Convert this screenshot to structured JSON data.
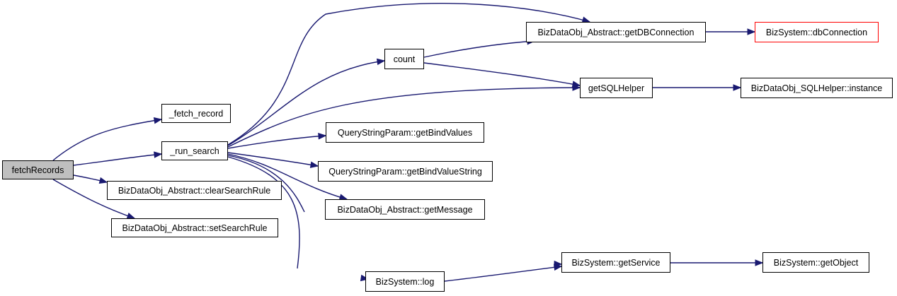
{
  "nodes": {
    "fetchRecords": "fetchRecords",
    "fetch_record": "_fetch_record",
    "run_search": "_run_search",
    "clearSearchRule": "BizDataObj_Abstract::clearSearchRule",
    "setSearchRule": "BizDataObj_Abstract::setSearchRule",
    "count": "count",
    "getDBConnection": "BizDataObj_Abstract::getDBConnection",
    "dbConnection": "BizSystem::dbConnection",
    "getSQLHelper": "getSQLHelper",
    "sqlHelperInstance": "BizDataObj_SQLHelper::instance",
    "getBindValues": "QueryStringParam::getBindValues",
    "getBindValueString": "QueryStringParam::getBindValueString",
    "getMessage": "BizDataObj_Abstract::getMessage",
    "getService": "BizSystem::getService",
    "getObject": "BizSystem::getObject",
    "log": "BizSystem::log"
  },
  "edges": [
    [
      "fetchRecords",
      "fetch_record"
    ],
    [
      "fetchRecords",
      "run_search"
    ],
    [
      "fetchRecords",
      "clearSearchRule"
    ],
    [
      "fetchRecords",
      "setSearchRule"
    ],
    [
      "run_search",
      "count"
    ],
    [
      "run_search",
      "getDBConnection"
    ],
    [
      "run_search",
      "getSQLHelper"
    ],
    [
      "run_search",
      "getBindValues"
    ],
    [
      "run_search",
      "getBindValueString"
    ],
    [
      "run_search",
      "getMessage"
    ],
    [
      "run_search",
      "getService"
    ],
    [
      "run_search",
      "log"
    ],
    [
      "count",
      "getDBConnection"
    ],
    [
      "count",
      "getSQLHelper"
    ],
    [
      "getDBConnection",
      "dbConnection"
    ],
    [
      "getSQLHelper",
      "sqlHelperInstance"
    ],
    [
      "getService",
      "getObject"
    ],
    [
      "log",
      "getService"
    ]
  ],
  "colors": {
    "edge": "#191970",
    "root_fill": "#bfbfbf",
    "external_border": "#ff0000"
  }
}
